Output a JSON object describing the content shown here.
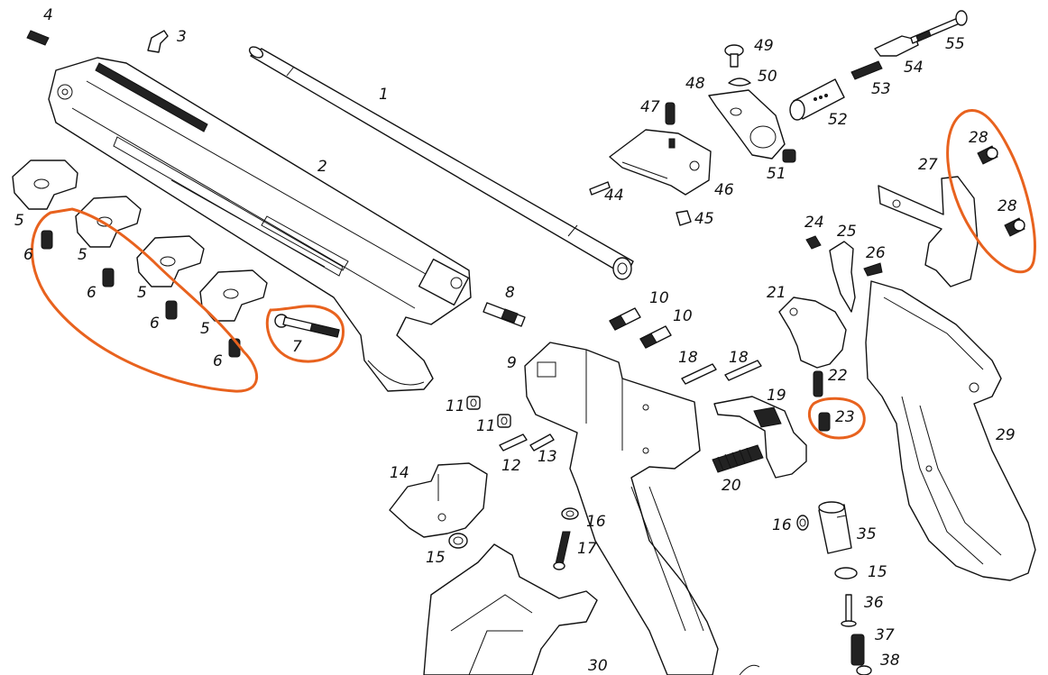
{
  "labels": {
    "p1": "1",
    "p2": "2",
    "p3": "3",
    "p4": "4",
    "p5a": "5",
    "p5b": "5",
    "p5c": "5",
    "p5d": "5",
    "p6a": "6",
    "p6b": "6",
    "p6c": "6",
    "p6d": "6",
    "p7": "7",
    "p8": "8",
    "p9": "9",
    "p10a": "10",
    "p10b": "10",
    "p11a": "11",
    "p11b": "11",
    "p12": "12",
    "p13": "13",
    "p14": "14",
    "p15a": "15",
    "p15b": "15",
    "p16a": "16",
    "p16b": "16",
    "p17": "17",
    "p18a": "18",
    "p18b": "18",
    "p19": "19",
    "p20": "20",
    "p21": "21",
    "p22": "22",
    "p23": "23",
    "p24": "24",
    "p25": "25",
    "p26": "26",
    "p27": "27",
    "p28a": "28",
    "p28b": "28",
    "p29": "29",
    "p30": "30",
    "p35": "35",
    "p36": "36",
    "p37": "37",
    "p38": "38",
    "p44": "44",
    "p45": "45",
    "p46": "46",
    "p47": "47",
    "p48": "48",
    "p49": "49",
    "p50": "50",
    "p51": "51",
    "p52": "52",
    "p53": "53",
    "p54": "54",
    "p55": "55"
  },
  "colors": {
    "line": "#111111",
    "highlight": "#e8621e",
    "background": "#ffffff"
  }
}
